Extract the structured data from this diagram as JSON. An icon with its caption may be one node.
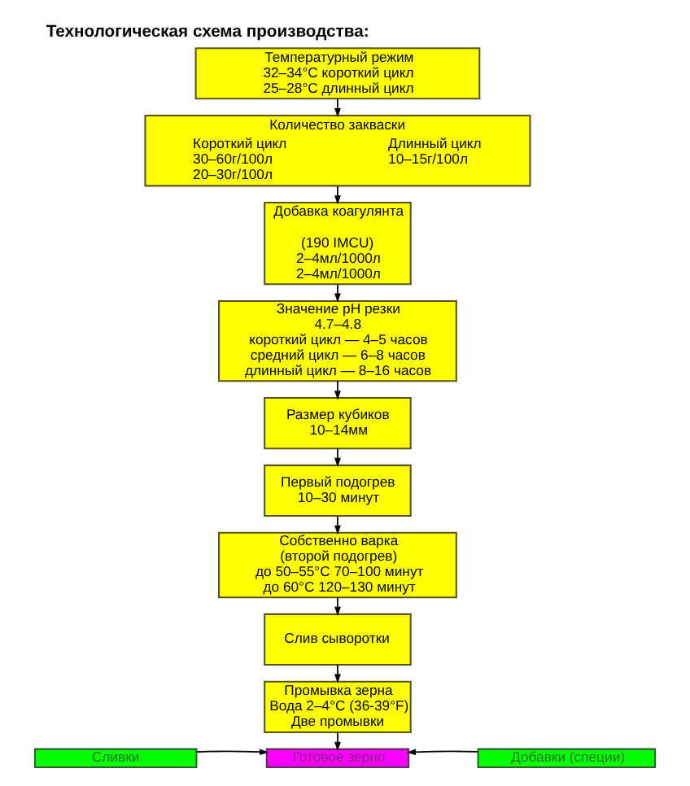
{
  "diagram": {
    "title": "Технологическая схема производства:",
    "nodes": [
      {
        "text": [
          "Температурный режим",
          "32–34°C короткий цикл",
          "25–28°C длинный цикл"
        ]
      },
      {
        "text": [
          "Количество закваски",
          "Короткий цикл",
          "30–60г/100л",
          "20–30г/100л",
          "Длинный цикл",
          "10–15г/100л"
        ]
      },
      {
        "text": [
          "Добавка коагулянта",
          "(190 IMCU)",
          "2–4мл/1000л",
          "2–4мл/1000л"
        ]
      },
      {
        "text": [
          "Значение pH резки",
          "4.7–4.8",
          "короткий цикл — 4–5 часов",
          "средний цикл — 6–8 часов",
          "длинный цикл — 8–16 часов"
        ]
      },
      {
        "text": [
          "Размер кубиков",
          "10–14мм"
        ]
      },
      {
        "text": [
          "Первый подогрев",
          "10–30 минут"
        ]
      },
      {
        "text": [
          "Собственно варка",
          "(второй подогрев)",
          "до 50–55°C 70–100 минут",
          "до 60°C 120–130 минут"
        ]
      },
      {
        "text": [
          "Слив сыворотки"
        ]
      },
      {
        "text": [
          "Промывка зерна",
          "Вода 2–4°C (36-39°F)",
          "Две промывки"
        ]
      },
      {
        "text": [
          "Сливки"
        ]
      },
      {
        "text": [
          "Готовое зерно"
        ]
      },
      {
        "text": [
          "Добавки (специи)"
        ]
      }
    ],
    "edges": [
      {
        "from": 0,
        "to": 1,
        "arrow": "to"
      },
      {
        "from": 1,
        "to": 2,
        "arrow": "to"
      },
      {
        "from": 2,
        "to": 3,
        "arrow": "to"
      },
      {
        "from": 3,
        "to": 4,
        "arrow": "to"
      },
      {
        "from": 4,
        "to": 5,
        "arrow": "to"
      },
      {
        "from": 5,
        "to": 6,
        "arrow": "to"
      },
      {
        "from": 6,
        "to": 7,
        "arrow": "to"
      },
      {
        "from": 7,
        "to": 8,
        "arrow": "to"
      },
      {
        "from": 8,
        "to": 10,
        "arrow": "to"
      },
      {
        "from": 9,
        "to": 10,
        "arrow": "to"
      },
      {
        "from": 11,
        "to": 10,
        "arrow": "to"
      }
    ]
  }
}
